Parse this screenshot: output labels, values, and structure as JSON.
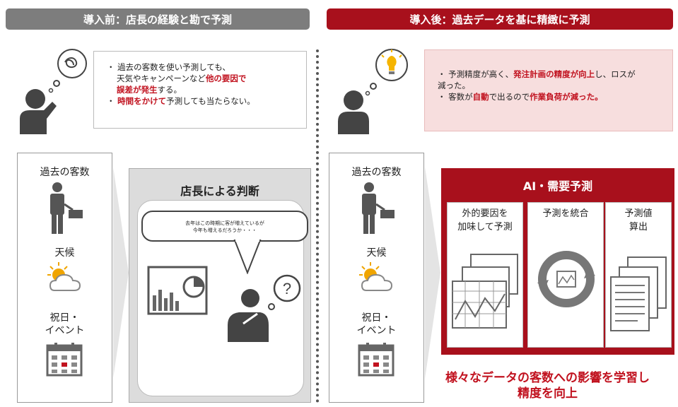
{
  "left": {
    "banner": "導入前：店長の経験と勘で予測",
    "bubble": {
      "line1": "・ 過去の客数を使い予測しても、",
      "line2a": "天気やキャンペーンなど",
      "line2b": "他の要因で",
      "line3": "誤差が発生",
      "line3b": "する。",
      "line4a": "・ ",
      "line4b": "時間をかけて",
      "line4c": "予測しても当たらない。"
    },
    "inputs": {
      "past_customers": "過去の客数",
      "weather": "天候",
      "holiday_line1": "祝日・",
      "holiday_line2": "イベント"
    },
    "judge": {
      "title": "店長による判断",
      "thought_line1": "去年はこの時期に客が増えているが",
      "thought_line2": "今年も増えるだろうか・・・"
    }
  },
  "right": {
    "banner": "導入後：過去データを基に精緻に予測",
    "bubble": {
      "l1a": "・ 予測精度が高く、",
      "l1b": "発注計画の精度が向上",
      "l1c": "し、ロスが",
      "l2": "減った。",
      "l3a": "・ 客数が",
      "l3b": "自動",
      "l3c": "で出るので",
      "l3d": "作業負荷が減った。"
    },
    "inputs": {
      "past_customers": "過去の客数",
      "weather": "天候",
      "holiday_line1": "祝日・",
      "holiday_line2": "イベント"
    },
    "ai": {
      "title": "AI・需要予測",
      "step1_line1": "外的要因を",
      "step1_line2": "加味して予測",
      "step2": "予測を統合",
      "step3_line1": "予測値",
      "step3_line2": "算出"
    },
    "caption_line1": "様々なデータの客数への影響を学習し",
    "caption_line2": "精度を向上"
  },
  "colors": {
    "gray_banner": "#7d7d7d",
    "red_banner": "#a8101c",
    "highlight": "#c1121f",
    "pink_bubble": "#f7dede"
  }
}
